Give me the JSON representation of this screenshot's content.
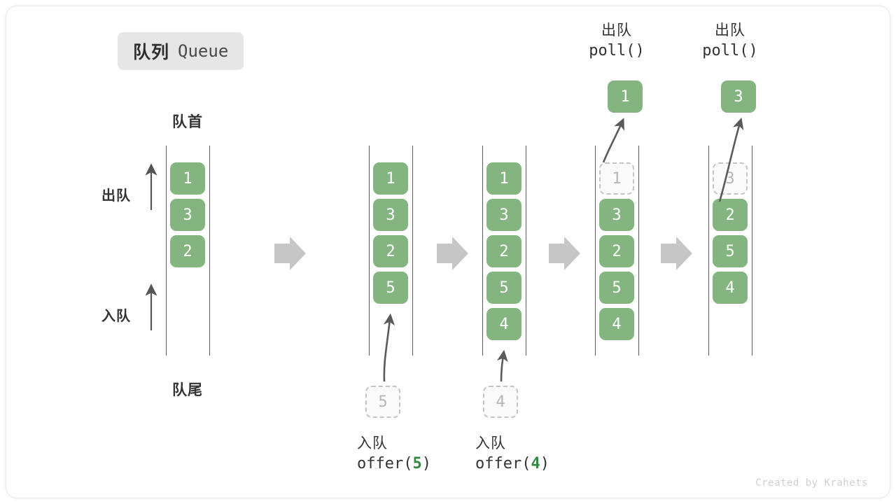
{
  "title": {
    "cn": "队列",
    "en": "Queue"
  },
  "labels": {
    "head": "队首",
    "tail": "队尾",
    "dequeue": "出队",
    "enqueue": "入队"
  },
  "credit": "Created by Krahets",
  "colors": {
    "element_green": "#84b580",
    "ghost_border": "#c4c4c4",
    "ghost_text": "#b6b6b6",
    "rail": "#5a5a5a",
    "step_arrow": "#c6c6c6",
    "code_value_green": "#2f8a3d",
    "badge_bg": "#e6e6e6"
  },
  "columns": [
    {
      "name": "initial-queue",
      "elements": [
        "1",
        "3",
        "2"
      ],
      "ghost": null
    },
    {
      "name": "after-offer-5",
      "elements": [
        "1",
        "3",
        "2",
        "5"
      ],
      "ghost": null
    },
    {
      "name": "after-offer-4",
      "elements": [
        "1",
        "3",
        "2",
        "5",
        "4"
      ],
      "ghost": null
    },
    {
      "name": "after-poll-1",
      "elements": [
        "3",
        "2",
        "5",
        "4"
      ],
      "ghost": "1"
    },
    {
      "name": "after-poll-3",
      "elements": [
        "2",
        "5",
        "4"
      ],
      "ghost": "3"
    }
  ],
  "operations": {
    "offer_5": {
      "cn": "入队",
      "code_prefix": "offer(",
      "code_value": "5",
      "code_suffix": ")",
      "incoming_box": "5"
    },
    "offer_4": {
      "cn": "入队",
      "code_prefix": "offer(",
      "code_value": "4",
      "code_suffix": ")",
      "incoming_box": "4"
    },
    "poll_1": {
      "cn": "出队",
      "code": "poll()",
      "popped_box": "1"
    },
    "poll_3": {
      "cn": "出队",
      "code": "poll()",
      "popped_box": "3"
    }
  }
}
